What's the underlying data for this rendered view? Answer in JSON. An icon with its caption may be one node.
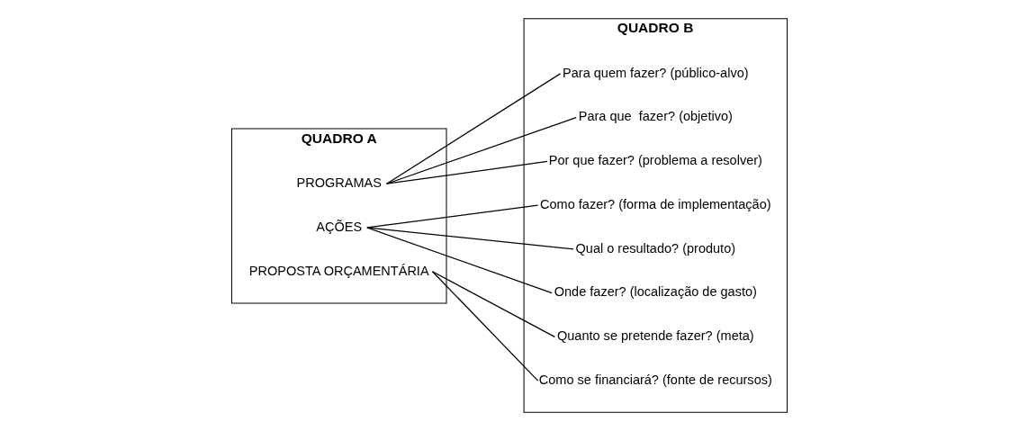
{
  "diagram": {
    "nodes": [
      {
        "text": [
          "QUADRO A"
        ]
      },
      {
        "text": [
          "QUADRO B"
        ]
      },
      {
        "text": [
          "PROGRAMAS"
        ],
        "in": 0
      },
      {
        "text": [
          "AÇÕES"
        ],
        "in": 0
      },
      {
        "text": [
          "PROPOSTA ORÇAMENTÁRIA"
        ],
        "in": 0
      },
      {
        "text": [
          "Quanto se pretende fazer? (meta)"
        ],
        "in": 1
      },
      {
        "text": [
          "Onde fazer? (localização de gasto)"
        ],
        "in": 1
      },
      {
        "text": [
          "Como fazer? (forma de implementação)"
        ],
        "in": 1
      },
      {
        "text": [
          "Por que fazer? (problema a resolver)"
        ],
        "in": 1
      },
      {
        "text": [
          "Para quem fazer? (público-alvo)"
        ],
        "in": 1
      },
      {
        "text": [
          "Como se financiará? (fonte de recursos)"
        ],
        "in": 1
      },
      {
        "text": [
          "Qual o resultado? (produto)"
        ],
        "in": 1
      },
      {
        "text": [
          "Para que  fazer? (objetivo)"
        ],
        "in": 1
      }
    ],
    "edges": [
      {
        "from": 2,
        "to": 8,
        "arrow": "none"
      },
      {
        "from": 2,
        "to": 9,
        "arrow": "none"
      },
      {
        "from": 2,
        "to": 12,
        "arrow": "none"
      },
      {
        "from": 3,
        "to": 6,
        "arrow": "none"
      },
      {
        "from": 3,
        "to": 7,
        "arrow": "none"
      },
      {
        "from": 3,
        "to": 11,
        "arrow": "none"
      },
      {
        "from": 4,
        "to": 5,
        "arrow": "none"
      },
      {
        "from": 4,
        "to": 10,
        "arrow": "none"
      }
    ]
  }
}
